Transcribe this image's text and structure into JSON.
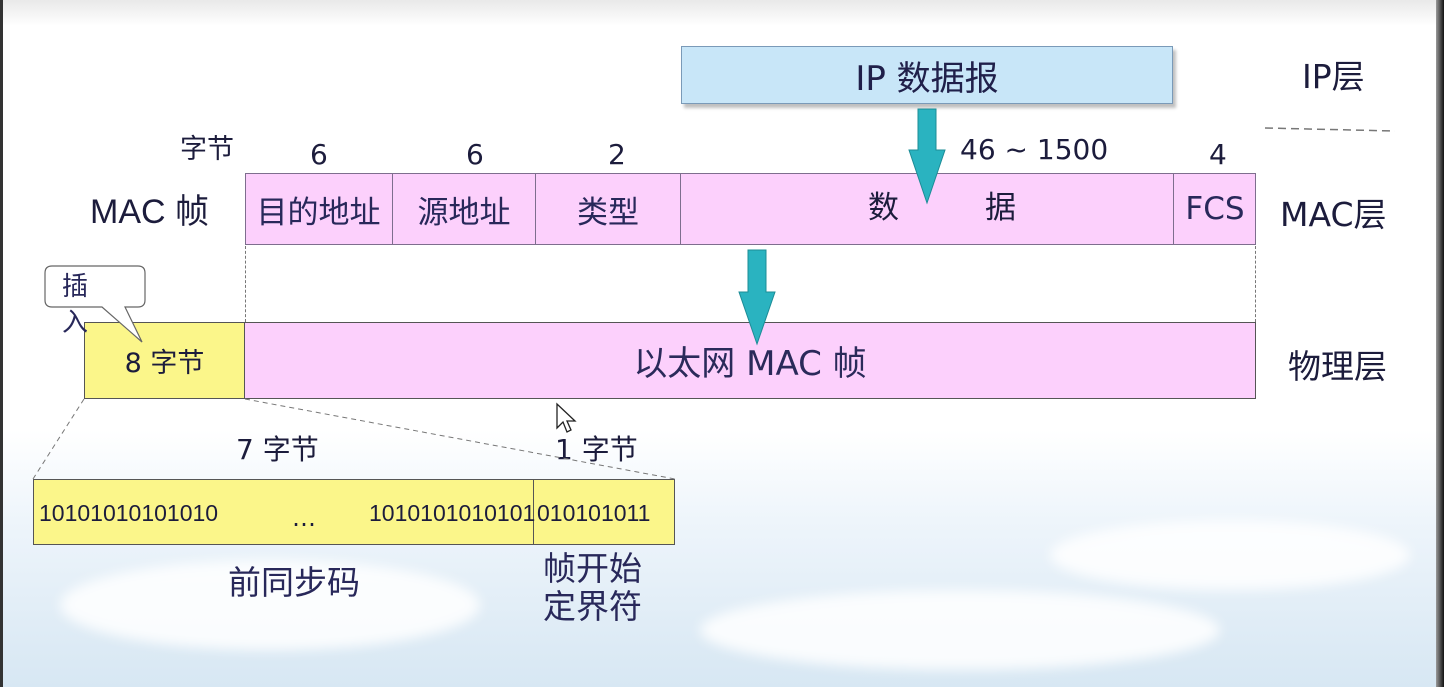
{
  "layers": {
    "ip": "IP层",
    "mac": "MAC层",
    "physical": "物理层"
  },
  "ip_datagram": "IP 数据报",
  "byte_label": "字节",
  "mac_frame_label": "MAC 帧",
  "mac_fields": [
    {
      "size": "6",
      "name": "目的地址"
    },
    {
      "size": "6",
      "name": "源地址"
    },
    {
      "size": "2",
      "name": "类型"
    },
    {
      "size": "46 ~ 1500",
      "name_a": "数",
      "name_b": "据"
    },
    {
      "size": "4",
      "name": "FCS"
    }
  ],
  "insert_callout": {
    "line1": "插",
    "line2": "入"
  },
  "preamble_block": "8 字节",
  "ethernet_frame": "以太网 MAC 帧",
  "preamble_detail": {
    "size_7": "7 字节",
    "size_1": "1 字节",
    "bits_left": "10101010101010",
    "ellipsis": "…",
    "bits_mid": "1010101010101",
    "bits_sfd": "010101011",
    "preamble_name": "前同步码",
    "sfd_line1": "帧开始",
    "sfd_line2": "定界符"
  },
  "colors": {
    "mac_fill": "#fcd0fc",
    "preamble_fill": "#fbf68a",
    "ip_fill": "#c8e6f8",
    "arrow": "#2ab3c0"
  }
}
